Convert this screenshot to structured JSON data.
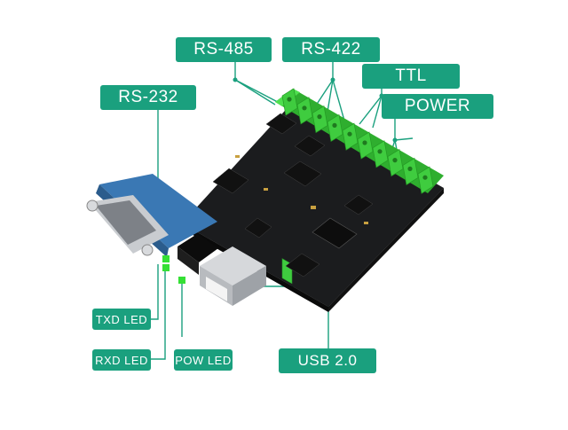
{
  "labels": {
    "rs485": "RS-485",
    "rs422": "RS-422",
    "ttl": "TTL",
    "power": "POWER",
    "rs232": "RS-232",
    "txd_led": "TXD  LED",
    "rxd_led": "RXD  LED",
    "pow_led": "POW LED",
    "usb": "USB  2.0"
  },
  "colors": {
    "label_bg": "#1aa07e",
    "board": "#1b1c1e",
    "terminal": "#3fcc3f",
    "db9": "#3a78b4",
    "led": "#35e035"
  }
}
